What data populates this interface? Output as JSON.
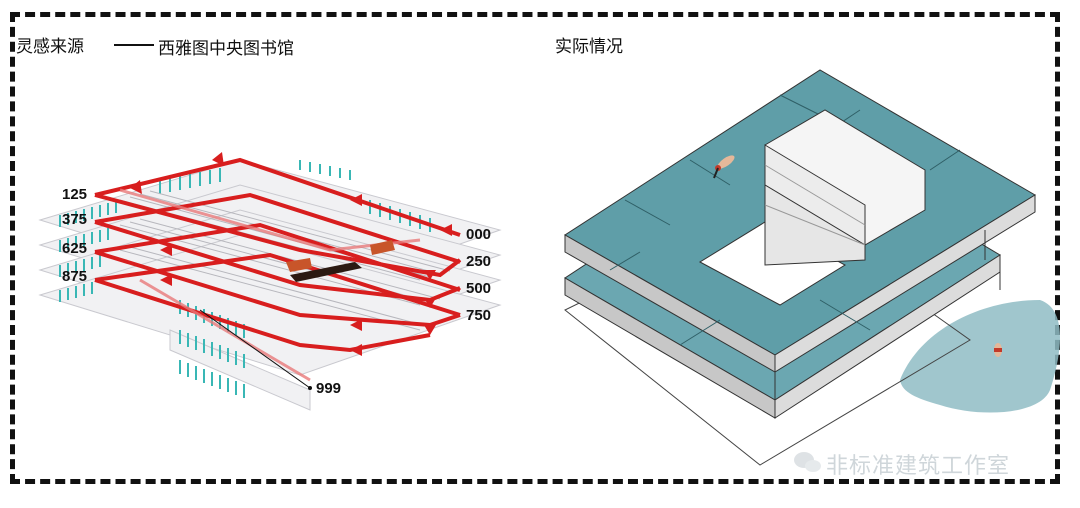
{
  "left_panel": {
    "title": "灵感来源",
    "subtitle": "西雅图中央图书馆",
    "floor_labels_left": [
      "125",
      "375",
      "625",
      "875"
    ],
    "floor_labels_right": [
      "000",
      "250",
      "500",
      "750"
    ],
    "bottom_label": "999"
  },
  "right_panel": {
    "title": "实际情况"
  },
  "watermark": {
    "text": "非标准建筑工作室",
    "icon": "wechat-icon"
  },
  "colors": {
    "frame": "#111111",
    "ramp_red": "#d81e1e",
    "roof_teal": "#5f9ea8",
    "water": "#8fbcc4",
    "shelf_cyan": "#39b7b5"
  }
}
